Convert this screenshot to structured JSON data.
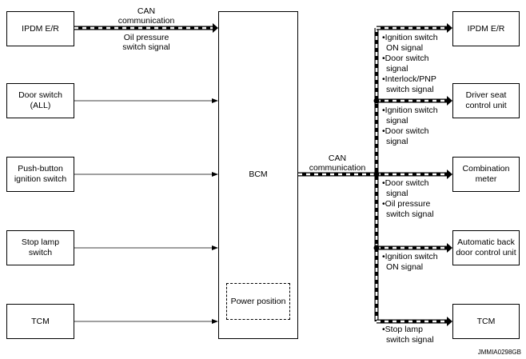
{
  "left_units": [
    {
      "name": "IPDM E/R"
    },
    {
      "name": "Door switch\n(ALL)"
    },
    {
      "name": "Push-button\nignition switch"
    },
    {
      "name": "Stop lamp\nswitch"
    },
    {
      "name": "TCM"
    }
  ],
  "center_unit": {
    "name": "BCM",
    "sub": "Power position"
  },
  "right_units": [
    {
      "name": "IPDM E/R"
    },
    {
      "name": "Driver seat\ncontrol unit"
    },
    {
      "name": "Combination\nmeter"
    },
    {
      "name": "Automatic back\ndoor control unit"
    },
    {
      "name": "TCM"
    }
  ],
  "input_labels": {
    "can": "CAN\ncommunication",
    "oil": "Oil pressure\nswitch signal"
  },
  "output_can_label": "CAN\ncommunication",
  "signal_groups": [
    [
      "•Ignition switch",
      "ON signal",
      "•Door switch",
      "signal",
      "•Interlock/PNP",
      "switch signal"
    ],
    [
      "•Ignition switch",
      "signal",
      "•Door switch",
      "signal"
    ],
    [
      "•Door switch",
      "signal",
      "•Oil pressure",
      "switch signal"
    ],
    [
      "•Ignition switch",
      "ON signal"
    ],
    [
      "•Stop lamp",
      "switch signal"
    ]
  ],
  "figure_code": "JMMIA0298GB"
}
